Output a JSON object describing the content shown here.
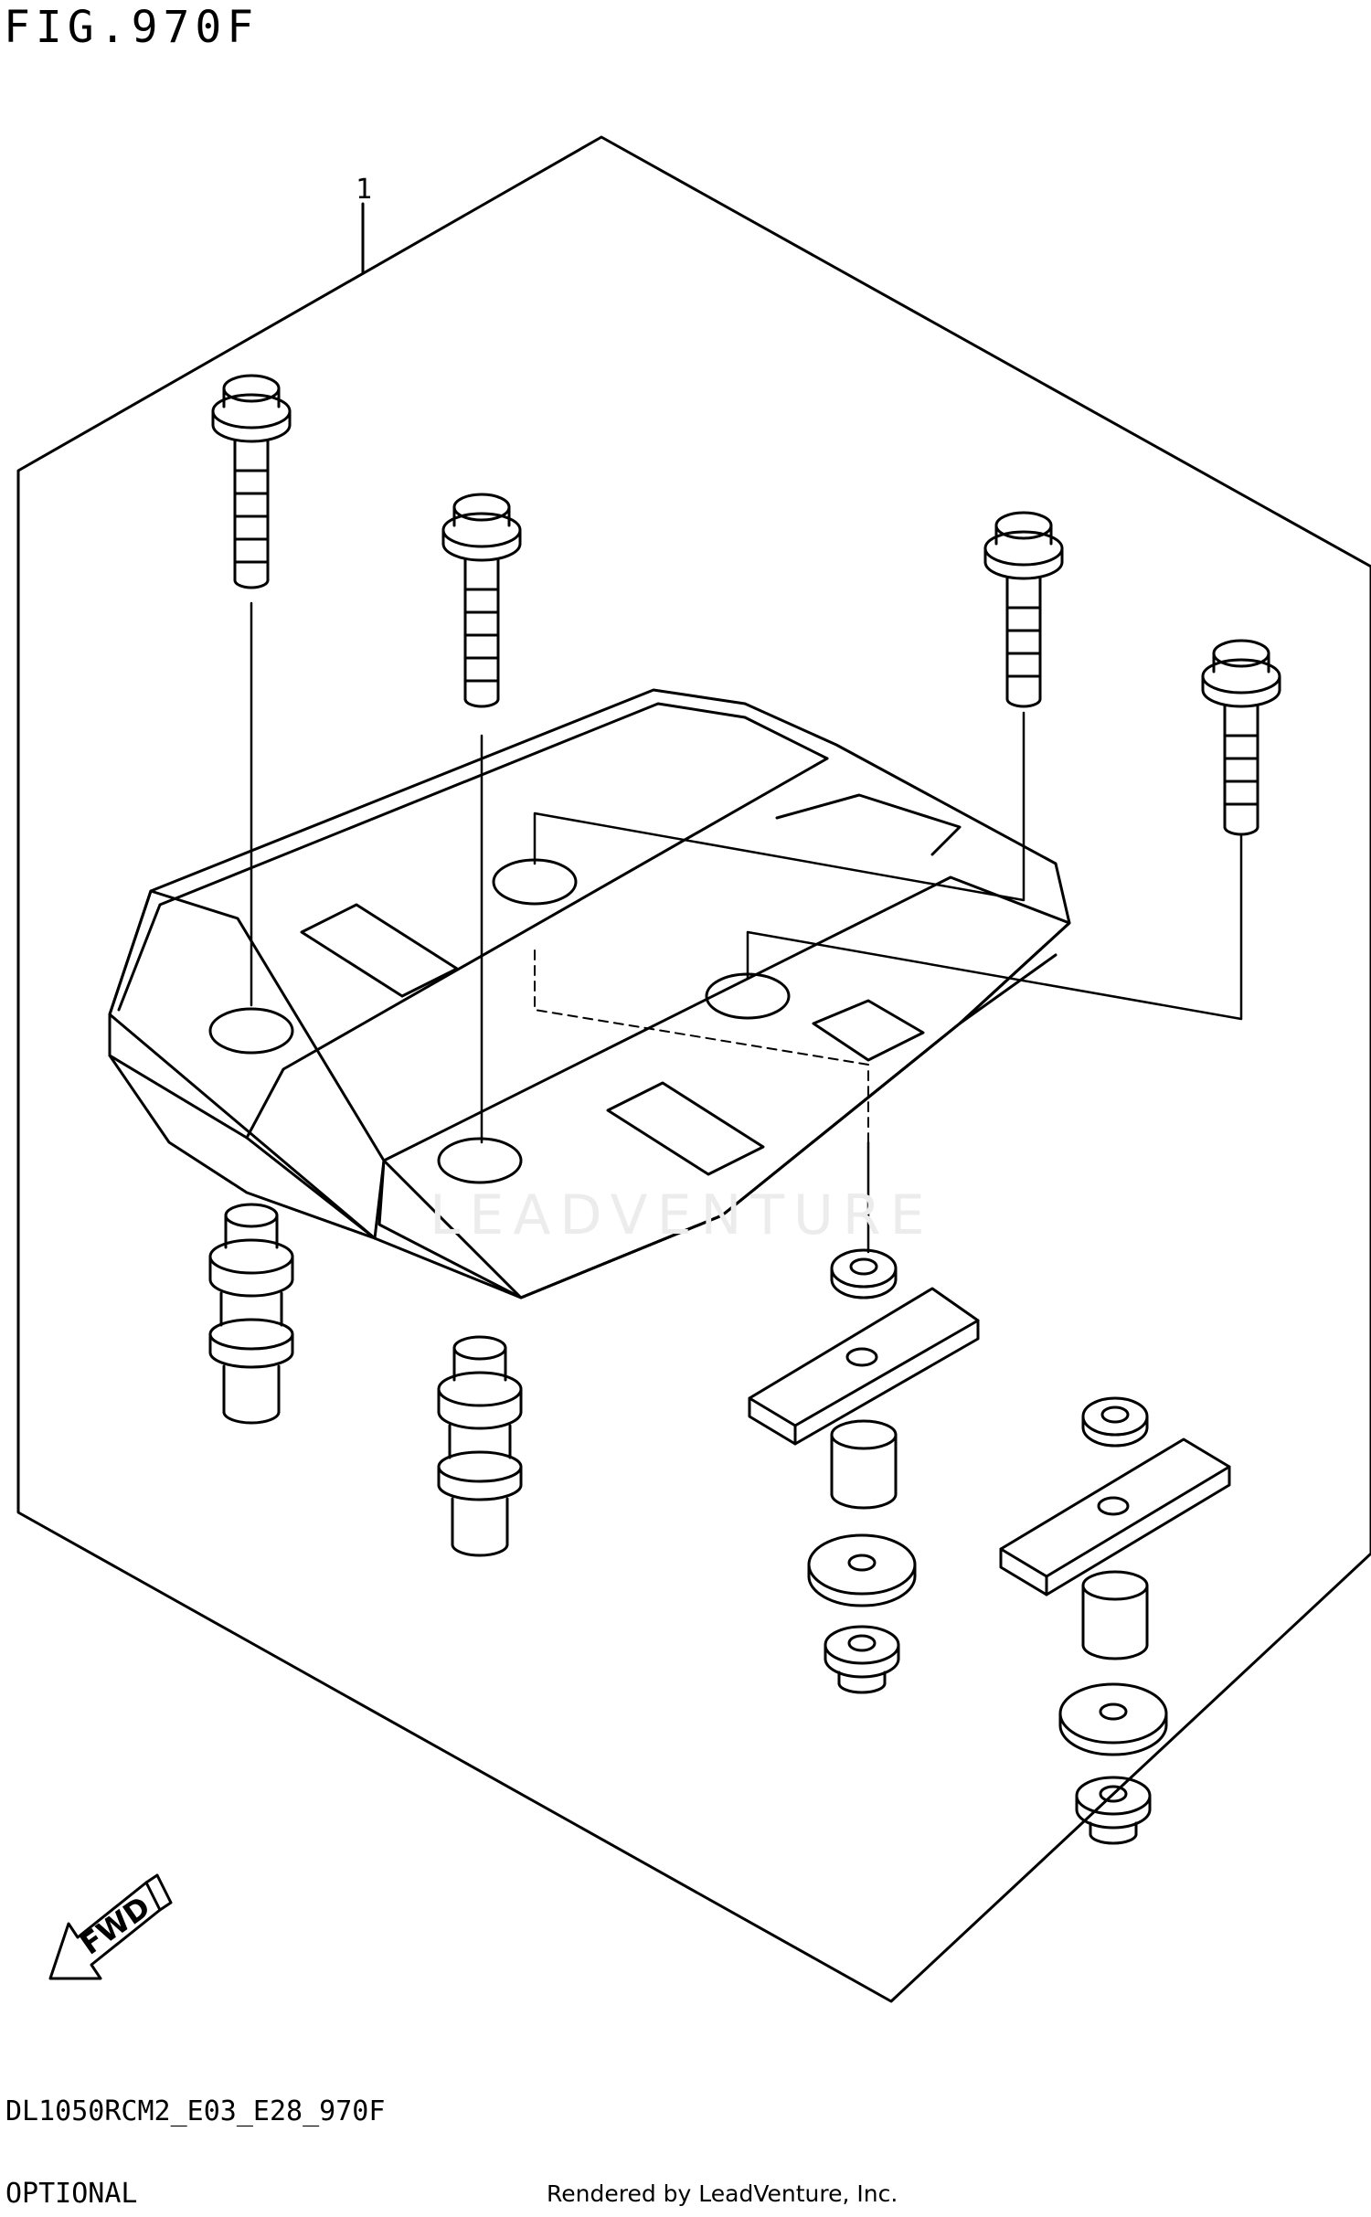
{
  "figure": {
    "title": "FIG.970F",
    "callout": "1",
    "code": "DL1050RCM2_E03_E28_970F",
    "section": "OPTIONAL",
    "credit": "Rendered by LeadVenture, Inc.",
    "watermark": "LEADVENTURE",
    "direction_label": "FWD"
  },
  "parts": [
    {
      "icon": "flange-bolt-icon",
      "count": 4
    },
    {
      "icon": "mounting-plate-icon",
      "count": 1
    },
    {
      "icon": "collar-icon",
      "count": 2
    },
    {
      "icon": "washer-icon",
      "count": 4
    },
    {
      "icon": "bracket-plate-icon",
      "count": 2
    },
    {
      "icon": "spacer-icon",
      "count": 2
    },
    {
      "icon": "flange-nut-icon",
      "count": 2
    }
  ]
}
